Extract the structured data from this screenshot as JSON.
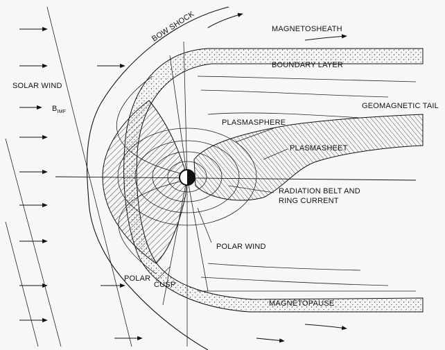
{
  "labels": {
    "bow_shock": "BOW SHOCK",
    "magnetosheath": "MAGNETOSHEATH",
    "boundary_layer": "BOUNDARY LAYER",
    "solar_wind": "SOLAR WIND",
    "b_imf_main": "B",
    "b_imf_sub": "IMF",
    "geomagnetic_tail": "GEOMAGNETIC TAIL",
    "plasmasphere": "PLASMASPHERE",
    "plasmasheet": "PLASMASHEET",
    "radiation_belt_1": "RADIATION BELT AND",
    "radiation_belt_2": "RING CURRENT",
    "polar_wind": "POLAR WIND",
    "polar": "POLAR",
    "cusp": "CUSP",
    "magnetopause": "MAGNETOPAUSE"
  },
  "colors": {
    "ink": "#111111",
    "paper": "#f7f7f5"
  },
  "icons": {
    "earth": "earth-icon"
  }
}
